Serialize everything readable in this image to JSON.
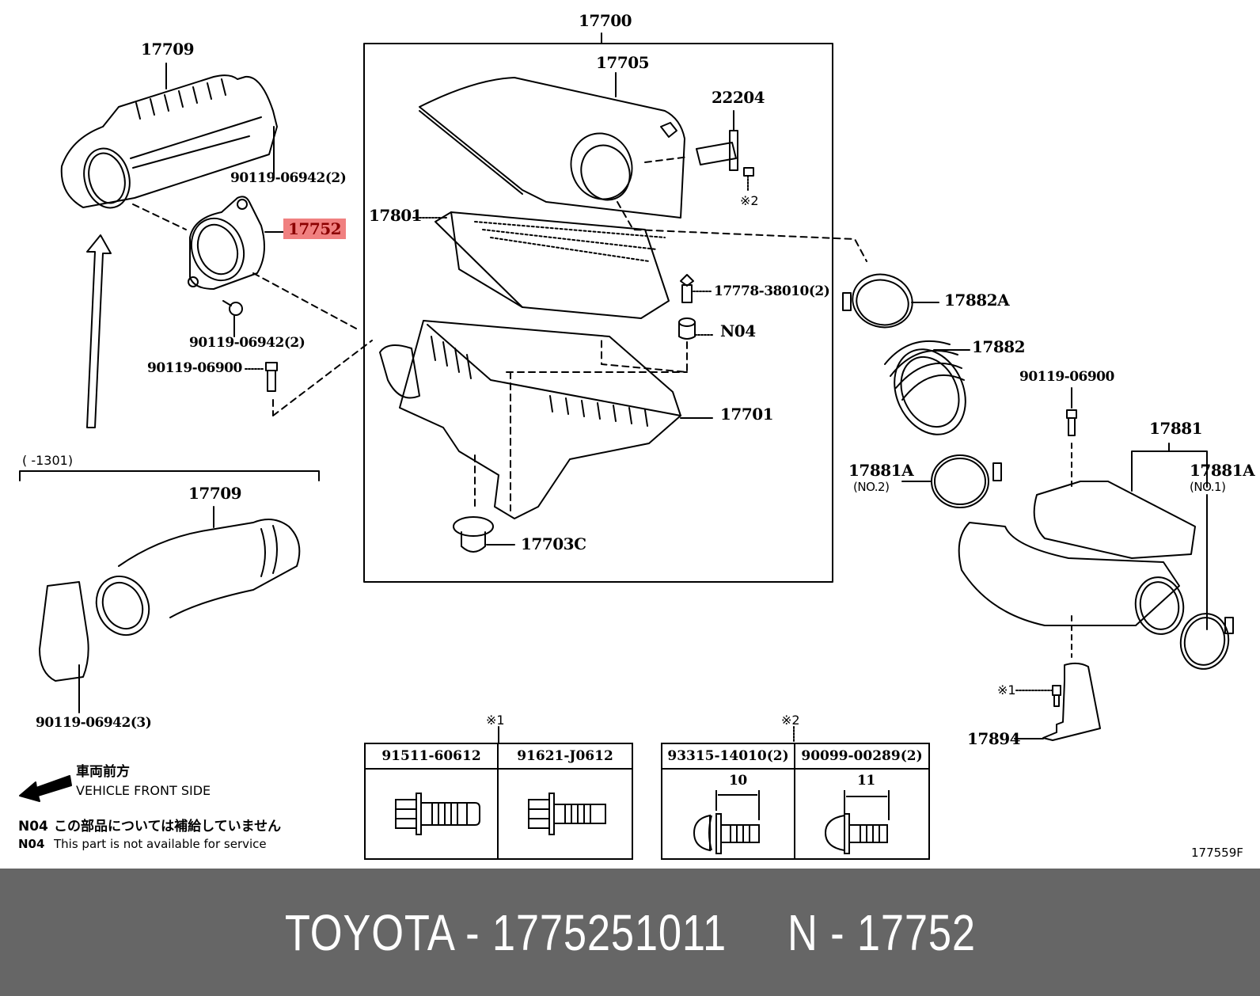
{
  "diagram": {
    "part_labels": {
      "p17709_top": "17709",
      "p90119_06942_2a": "90119-06942(2)",
      "p17752": "17752",
      "p90119_06942_2b": "90119-06942(2)",
      "p90119_06900_left": "90119-06900",
      "p17709_bottom": "17709",
      "p90119_06942_3": "90119-06942(3)",
      "p17700": "17700",
      "p17705": "17705",
      "p22204": "22204",
      "ref2_mark": "※2",
      "p17801": "17801",
      "p17778_38010": "17778-38010(2)",
      "pN04": "N04",
      "p17701": "17701",
      "p17703C": "17703C",
      "p17882A": "17882A",
      "p17882": "17882",
      "p90119_06900_right": "90119-06900",
      "p17881": "17881",
      "p17881A_no2": "17881A",
      "p17881A_no2_sub": "(NO.2)",
      "p17881A_no1": "17881A",
      "p17881A_no1_sub": "(NO.1)",
      "ref1_mark": "※1",
      "p17894": "17894"
    },
    "date_range": "(      -1301)",
    "direction": {
      "jp": "車両前方",
      "en": "VEHICLE FRONT SIDE"
    },
    "notes": [
      {
        "code": "N04",
        "text": "この部品については補給していません"
      },
      {
        "code": "N04",
        "text": "This part is not available for service"
      }
    ],
    "table1": {
      "ref": "※1",
      "headers": [
        "91511-60612",
        "91621-J0612"
      ]
    },
    "table2": {
      "ref": "※2",
      "headers": [
        "93315-14010(2)",
        "90099-00289(2)"
      ],
      "dims": [
        "10",
        "11"
      ]
    },
    "figure_id": "177559F",
    "highlight_color": "#f08080"
  },
  "footer": {
    "text": "TOYOTA - 1775251011     N - 17752"
  }
}
